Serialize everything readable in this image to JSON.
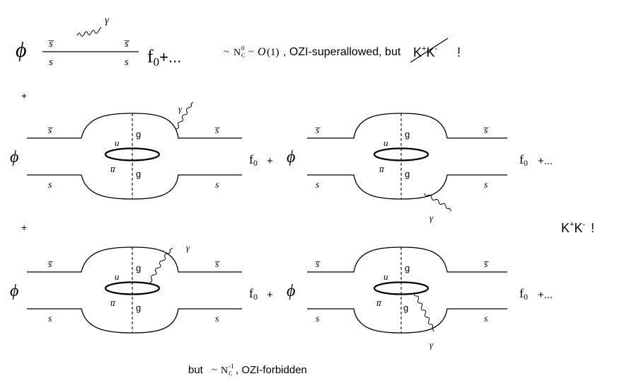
{
  "top": {
    "phi": "ϕ",
    "sbar": "s̅",
    "s": "s",
    "gamma": "γ",
    "f0_base": "f",
    "f0_sub": "0",
    "f0_tail": "+...",
    "tilde1": "~",
    "nc": "N",
    "nc_sub": "C",
    "nc_sup": "0",
    "tilde2": "~",
    "order": "O",
    "order_arg": "(1)",
    "desc": ", OZI-superallowed, but",
    "kk_k1": "K",
    "kk_sup1": "+",
    "kk_k2": "K",
    "kk_sup2": "-",
    "bang": "!"
  },
  "plus": "+",
  "diagram_text": {
    "phi": "ϕ",
    "sbar": "s̅",
    "s": "s",
    "u": "u",
    "ubar": "u̅",
    "g": "g",
    "gamma": "γ",
    "f0_base": "f",
    "f0_sub": "0",
    "plus": "+",
    "ellipsis": "+..."
  },
  "right_label": {
    "k1": "K",
    "sup1": "+",
    "k2": "K",
    "sup2": "-",
    "bang": "!"
  },
  "bottom": {
    "but": "but",
    "tilde": "~",
    "nc": "N",
    "nc_sub": "C",
    "nc_sup": "-1",
    "desc": ", OZI-forbidden"
  }
}
